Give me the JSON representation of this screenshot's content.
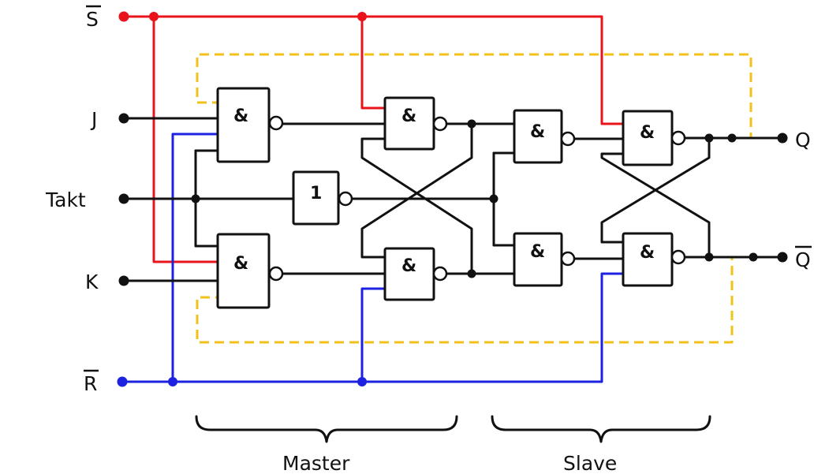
{
  "inputs": {
    "s_bar": "S",
    "j": "J",
    "takt": "Takt",
    "k": "K",
    "r_bar": "R"
  },
  "outputs": {
    "q": "Q",
    "q_bar": "Q"
  },
  "gates": {
    "and_symbol": "&",
    "inverter_symbol": "1"
  },
  "sections": {
    "master": "Master",
    "slave": "Slave"
  },
  "colors": {
    "set_line": "#e8131b",
    "reset_line": "#1c22e0",
    "feedback_line": "#f2c21a",
    "logic_line": "#111111"
  }
}
